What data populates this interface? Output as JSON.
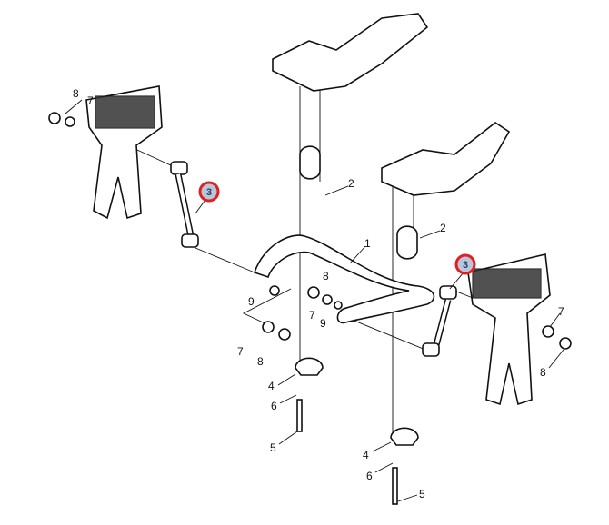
{
  "title": "Rear suspension stabilizer assembly exploded view",
  "callouts": {
    "c1": "1",
    "c2a": "2",
    "c2b": "2",
    "c3a": "3",
    "c3b": "3",
    "c4a": "4",
    "c4b": "4",
    "c5a": "5",
    "c5b": "5",
    "c6a": "6",
    "c6b": "6",
    "c7a": "7",
    "c7b": "7",
    "c7c": "7",
    "c7d": "7",
    "c8a": "8",
    "c8b": "8",
    "c8c": "8",
    "c8d": "8",
    "c9a": "9",
    "c9b": "9"
  },
  "colors": {
    "highlight": "#e02020",
    "badge_fill": "#b9c6da"
  }
}
